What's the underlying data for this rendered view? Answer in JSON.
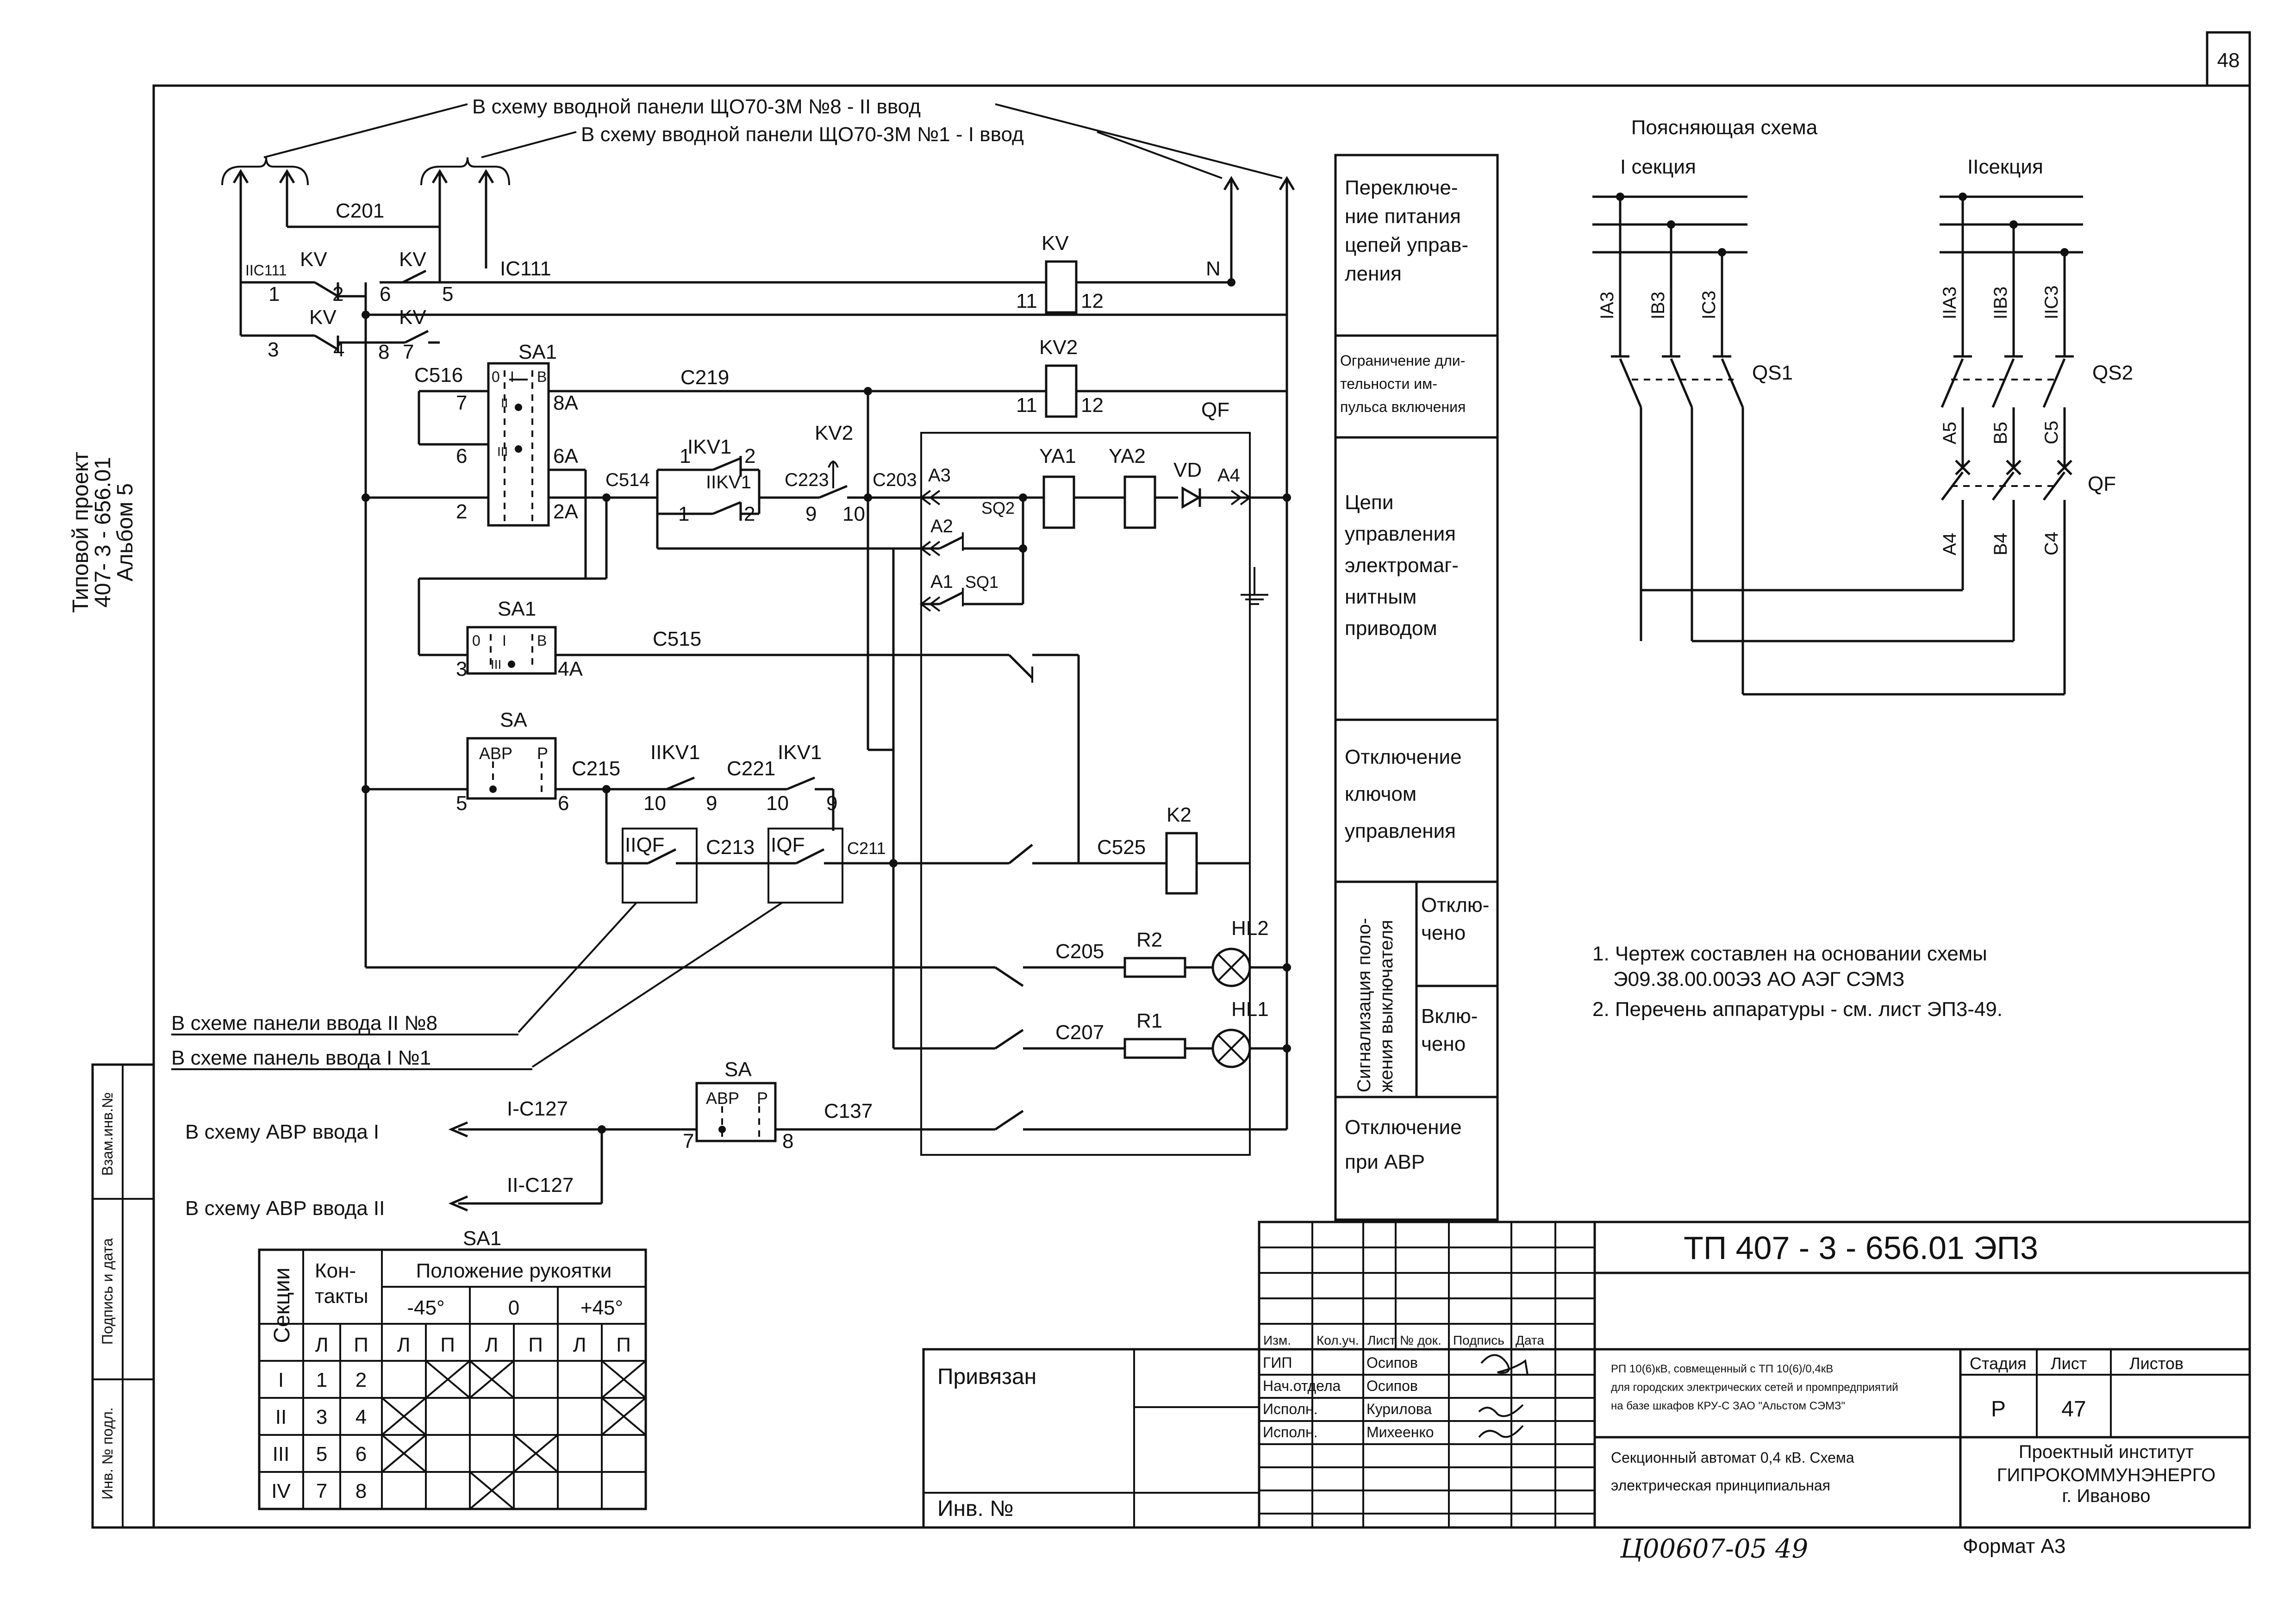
{
  "page_number": "48",
  "side_title": {
    "line1": "Типовой проект",
    "line2": "407- 3 - 656.01",
    "line3": "Альбом 5"
  },
  "top_feeds": {
    "feed2": "В схему вводной панели ЩО70-3М №8 - II ввод",
    "feed1": "В схему вводной панели ЩО70-3М №1 - I ввод"
  },
  "wire_labels": {
    "c201": "С201",
    "iic111": "IIС111",
    "ic111": "IС111",
    "n": "N",
    "c516": "С516",
    "c219": "С219",
    "c514": "С514",
    "c223": "С223",
    "c203": "С203",
    "c515": "С515",
    "c215": "С215",
    "c221": "С221",
    "c213": "С213",
    "c211": "С211",
    "c525": "С525",
    "c205": "С205",
    "c207": "С207",
    "c137": "С137",
    "ic127": "I-С127",
    "iic127": "II-С127"
  },
  "devices": {
    "kv": "KV",
    "kv2": "KV2",
    "qf": "QF",
    "ikv1": "IKV1",
    "iikv1": "IIKV1",
    "sa1": "SA1",
    "sa": "SA",
    "ya1": "YA1",
    "ya2": "YA2",
    "vd": "VD",
    "a1": "A1",
    "a2": "A2",
    "a3": "A3",
    "a4": "A4",
    "sq1": "SQ1",
    "sq2": "SQ2",
    "k2": "K2",
    "r1": "R1",
    "r2": "R2",
    "hl1": "HL1",
    "hl2": "HL2",
    "iiqf": "IIQF",
    "iqf": "IQF",
    "abp": "АВР",
    "p": "Р",
    "sa1_0": "0",
    "sa1_i": "I",
    "sa1_ii": "II",
    "sa1_iii": "III",
    "sa1_b": "В"
  },
  "terminals": {
    "n1": "1",
    "n2": "2",
    "n3": "3",
    "n4": "4",
    "n5": "5",
    "n6": "6",
    "n7": "7",
    "n8": "8",
    "n9": "9",
    "n10": "10",
    "n11": "11",
    "n12": "12",
    "n2a": "2А",
    "n4a": "4А",
    "n6a": "6А",
    "n8a": "8А"
  },
  "external_refs": {
    "panel2": "В схеме панели ввода II №8",
    "panel1": "В схеме панель ввода I №1",
    "avr1": "В схему АВР ввода I",
    "avr2": "В схему АВР ввода II"
  },
  "function_column": [
    "Переключе-\nние питания\nцепей управ-\nления",
    "Ограничение дли-\nтельности им-\nпульса включения",
    "Цепи\nуправления\nэлектромаг-\nнитным\nприводом",
    "Отключение\nключом\nуправления",
    "Отклю-\nчено",
    "Вклю-\nчено",
    "Отключение\nпри АВР"
  ],
  "signal_group_label": "Сигнализация поло-\nжения выключателя",
  "explanatory": {
    "title": "Поясняющая схема",
    "section1": "I секция",
    "section2": "IIсекция",
    "qs1": "QS1",
    "qs2": "QS2",
    "qf": "QF",
    "wires_top_left": [
      "IА3",
      "IВ3",
      "IС3"
    ],
    "wires_top_right": [
      "IIА3",
      "IIВ3",
      "IIС3"
    ],
    "wires_mid": [
      "А5",
      "В5",
      "С5"
    ],
    "wires_bottom": [
      "А4",
      "В4",
      "С4"
    ]
  },
  "notes": [
    "1. Чертеж составлен на основании схемы",
    "Э09.38.00.00Э3 АО АЭГ СЭМЗ",
    "2. Перечень аппаратуры - см. лист ЭП3-49."
  ],
  "sa1_table": {
    "title": "SA1",
    "col_sections": "Секции",
    "col_contacts": "Кон-\nтакты",
    "col_position": "Положение рукоятки",
    "angles": [
      "-45°",
      "0",
      "+45°"
    ],
    "lp": [
      "Л",
      "П"
    ],
    "rows": [
      {
        "section": "I",
        "l": "1",
        "p": "2",
        "x": [
          false,
          true,
          true,
          false,
          false,
          true
        ]
      },
      {
        "section": "II",
        "l": "3",
        "p": "4",
        "x": [
          true,
          false,
          false,
          false,
          false,
          true
        ]
      },
      {
        "section": "III",
        "l": "5",
        "p": "6",
        "x": [
          true,
          false,
          false,
          true,
          false,
          false
        ]
      },
      {
        "section": "IV",
        "l": "7",
        "p": "8",
        "x": [
          false,
          false,
          true,
          false,
          false,
          false
        ]
      }
    ]
  },
  "side_stamps": {
    "vzam": "Взам.инв.№",
    "podpis": "Подпись и дата",
    "inv": "Инв. № подл."
  },
  "title_block": {
    "code": "ТП  407 - 3 - 656.01     ЭП3",
    "privyazan": "Привязан",
    "inv_no": "Инв. №",
    "header": [
      "Изм.",
      "Кол.уч.",
      "Лист",
      "№ док.",
      "Подпись",
      "Дата"
    ],
    "staff": [
      {
        "role": "ГИП",
        "name": "Осипов"
      },
      {
        "role": "Нач.отдела",
        "name": "Осипов"
      },
      {
        "role": "Исполн.",
        "name": "Курилова"
      },
      {
        "role": "Исполн.",
        "name": "Михеенко"
      }
    ],
    "description": [
      "РП 10(6)кВ, совмещенный с ТП 10(6)/0,4кВ",
      "для городских электрических сетей и промпредприятий",
      "на базе шкафов КРУ-С ЗАО \"Альстом СЭМЗ\""
    ],
    "drawing_title": [
      "Секционный автомат 0,4 кВ. Схема",
      "электрическая принципиальная"
    ],
    "stage_label": "Стадия",
    "sheet_label": "Лист",
    "sheets_label": "Листов",
    "stage": "Р",
    "sheet": "47",
    "institute": [
      "Проектный институт",
      "ГИПРОКОММУНЭНЕРГО",
      "г. Иваново"
    ],
    "format": "Формат А3",
    "handwritten": "Ц00607-05    49"
  }
}
